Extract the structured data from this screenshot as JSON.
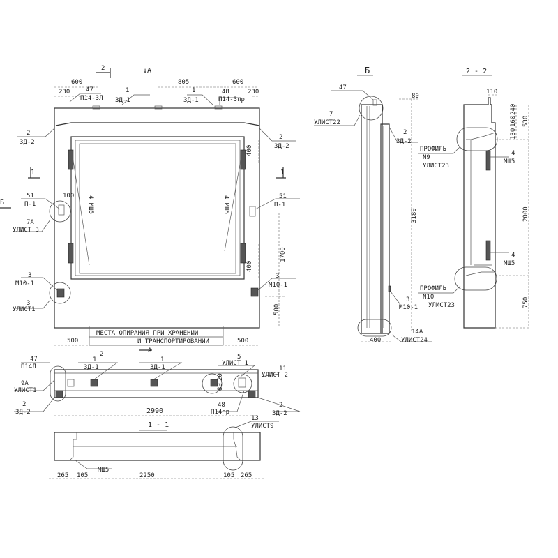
{
  "front": {
    "sect2": "2",
    "viewA": "↓А",
    "sect1_left": "1",
    "sect1_right": "1",
    "viewB": "Б",
    "dim600_l": "600",
    "dim230_l": "230",
    "dim805": "805",
    "dim600_r": "600",
    "dim230_r": "230",
    "m47": "47",
    "m47s": "П14-3Л",
    "m1a": "1",
    "m1as": "3Д-1",
    "m1b": "1",
    "m1bs": "3Д-1",
    "m48": "48",
    "m48s": "П14-3пр",
    "m2l": "2",
    "m2ls": "3Д-2",
    "m2r": "2",
    "m2rs": "3Д-2",
    "m51l": "51",
    "m51ls": "П-1",
    "dim100": "100",
    "m7a": "7А",
    "m7as": "УЛИСТ 3",
    "msh_l": "4 МШ5",
    "msh_r": "4 МШ5",
    "dim400a": "400",
    "dim400b": "400",
    "m51r": "51",
    "m51rs": "П-1",
    "m3l": "3",
    "m3ls": "М10-1",
    "m3b": "3",
    "m3bs": "УЛИСТ1",
    "m3r": "3",
    "m3rs": "М10-1",
    "dim1700": "1700",
    "dim500v": "500",
    "note1": "МЕСТА ОПИРАНИЯ ПРИ ХРАНЕНИИ",
    "note2": "И ТРАНСПОРТИРОВАНИИ",
    "dim500l": "500",
    "dim500r": "500",
    "viewA_bottom": "А"
  },
  "plan": {
    "sect2": "2",
    "m47": "47",
    "m47s": "П14Л",
    "m1a": "1",
    "m1as": "3Д-1",
    "m1b": "1",
    "m1bs": "3Д-1",
    "m5": "5",
    "m5s": "УЛИСТ 1",
    "m11": "11",
    "m11s": "УЛИСТ 2",
    "m9a": "9А",
    "m9as": "УЛИСТ1",
    "m2l": "2",
    "m2ls": "3Д-2",
    "m48": "48",
    "m48s": "П14пр",
    "m2r": "2",
    "m2rs": "3Д-2",
    "dim2990": "2990",
    "dim20": "20",
    "dim80": "80"
  },
  "section11": {
    "title": "1 - 1",
    "m13": "13",
    "m13s": "УЛИСТ9",
    "msh": "МШ5",
    "d265l": "265",
    "d105l": "105",
    "dmid": "2250",
    "d105r": "105",
    "d265r": "265"
  },
  "sideB": {
    "title": "Б",
    "m47": "47",
    "m7": "7",
    "m7s": "УЛИСТ22",
    "d80": "80",
    "m2": "2",
    "m2s": "3Д-2",
    "d3180": "3180",
    "m3": "3",
    "m3s": "М10-1",
    "m14a": "14А",
    "m14as": "УЛИСТ24",
    "d400": "400"
  },
  "section22": {
    "title": "2 - 2",
    "d110": "110",
    "d240": "240",
    "d160": "160",
    "d130": "130",
    "d530": "530",
    "p9": "ПРОФИЛЬ",
    "p9n": "N9",
    "p9s": "УЛИСТ23",
    "m4a": "4",
    "m4as": "МШ5",
    "d2000": "2000",
    "m4b": "4",
    "m4bs": "МШ5",
    "p10": "ПРОФИЛЬ",
    "p10n": "N10",
    "p10s": "УЛИСТ23",
    "d750": "750"
  }
}
